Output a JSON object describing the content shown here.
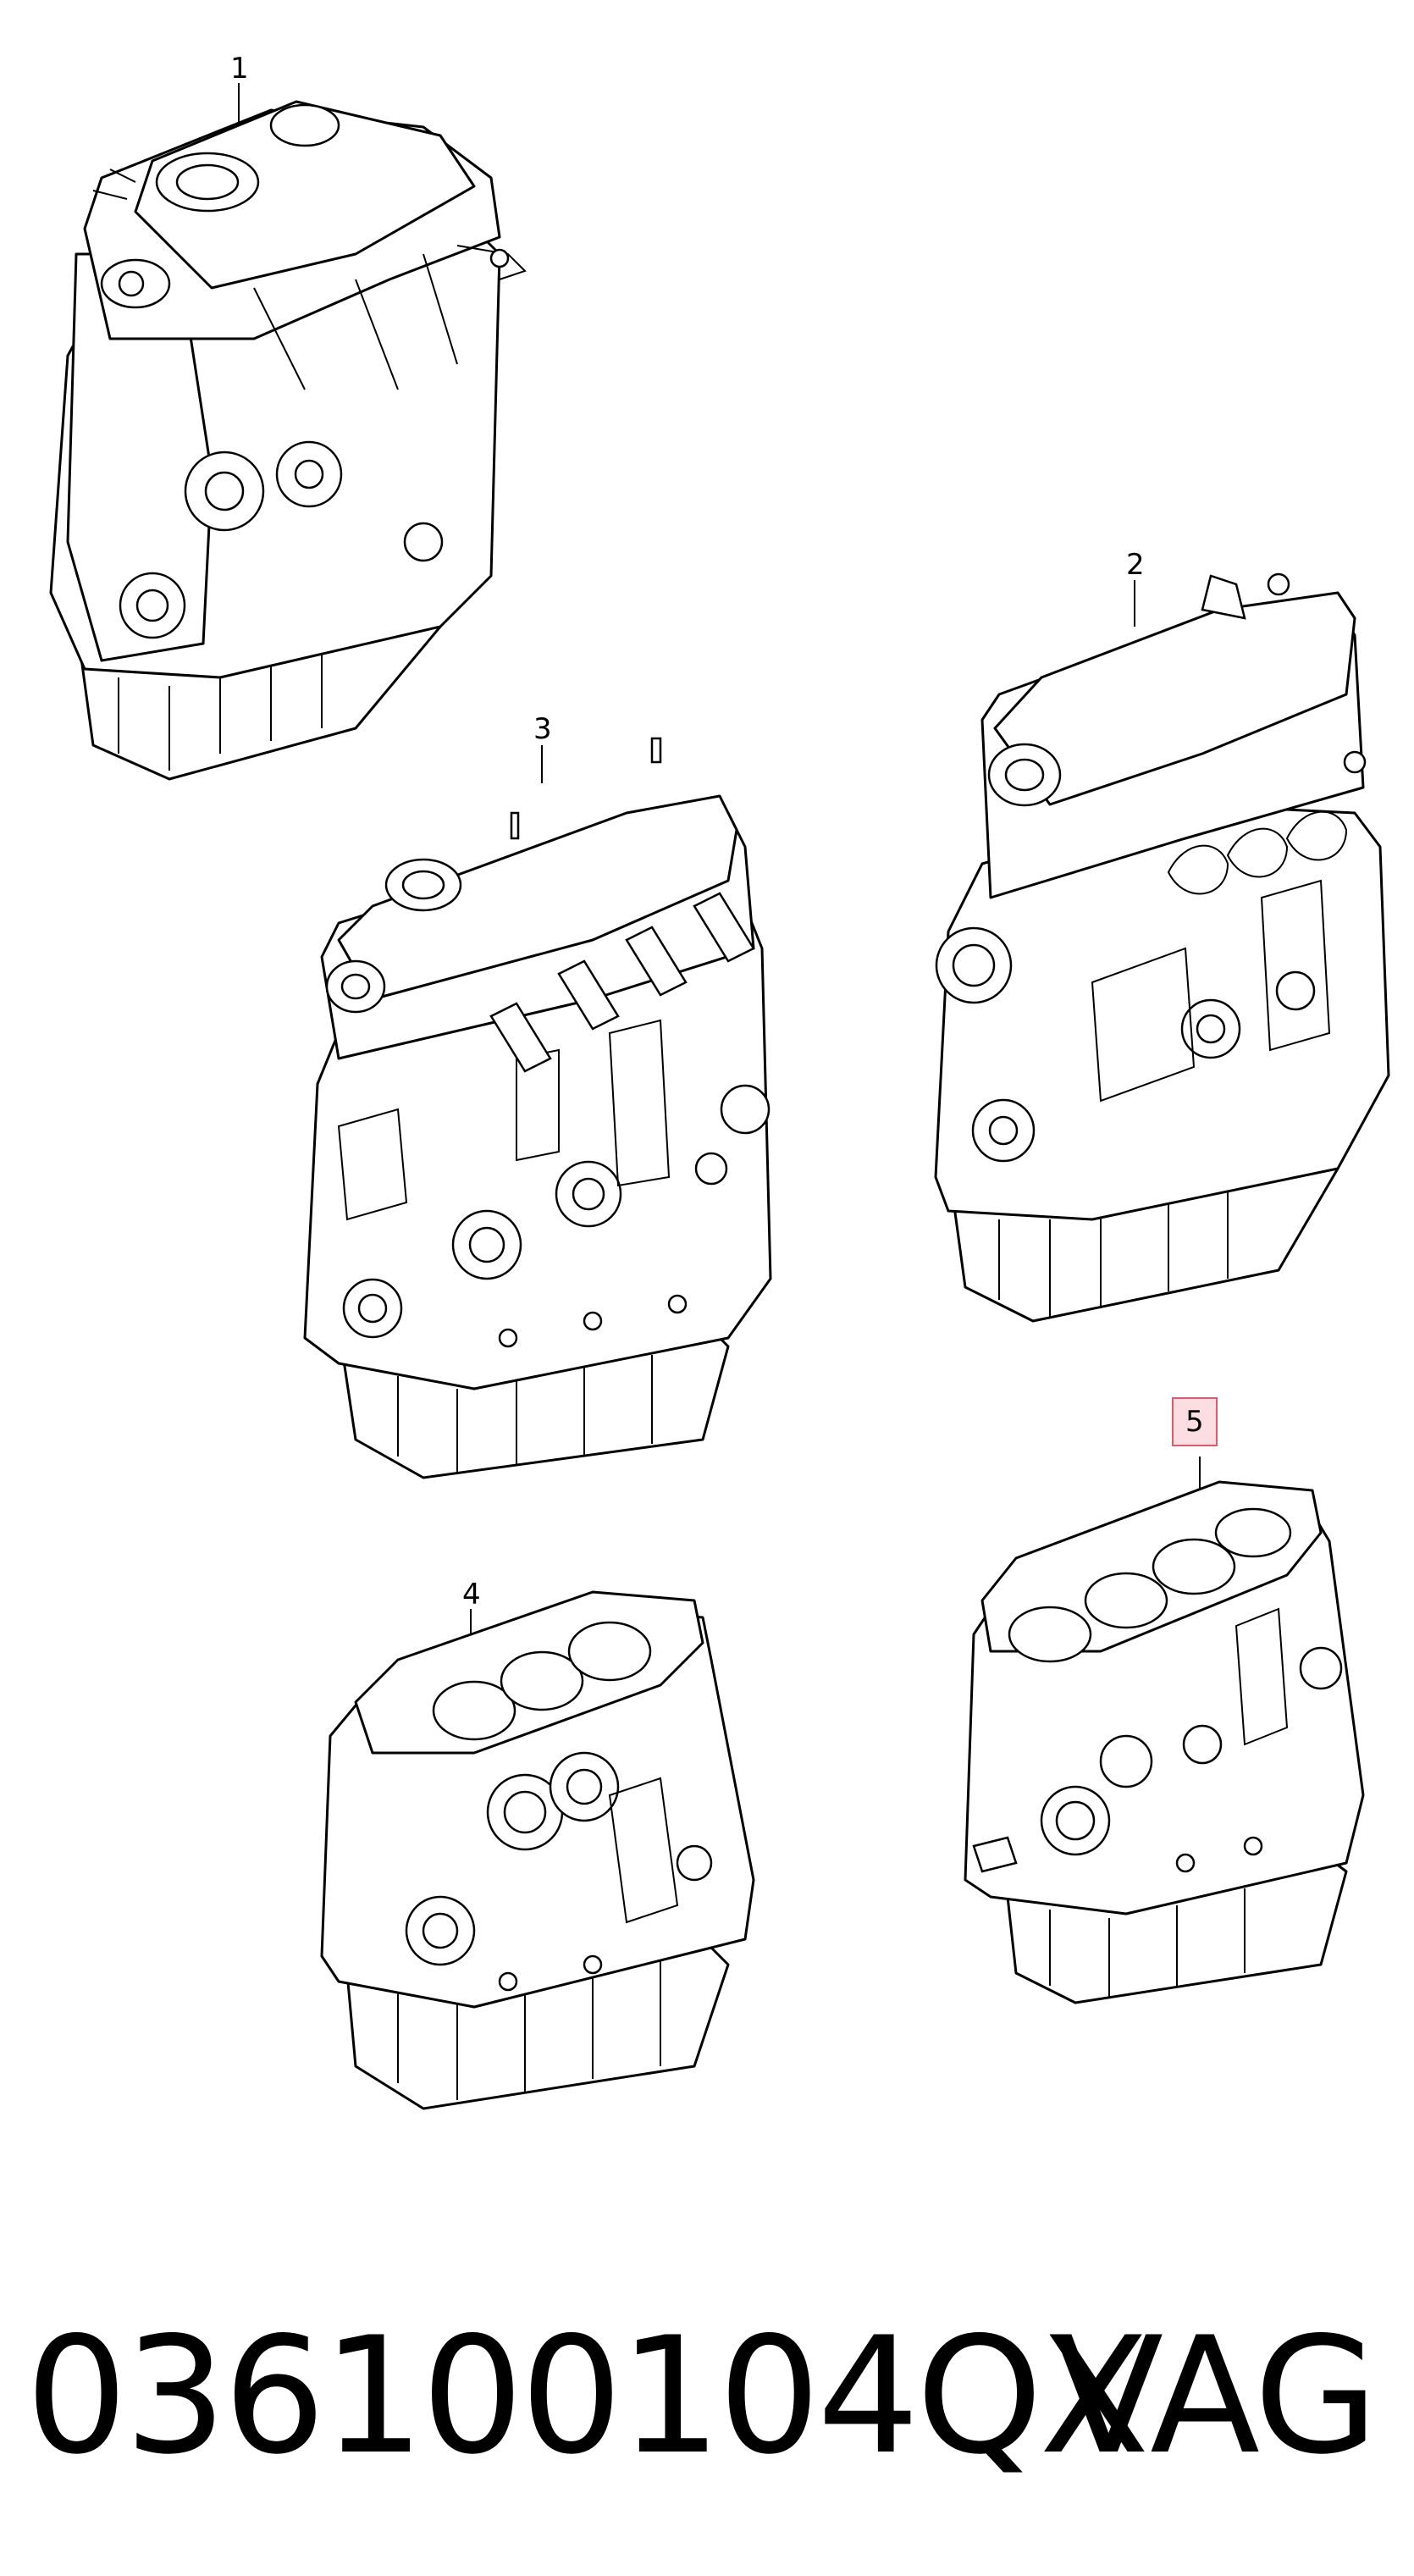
{
  "diagram": {
    "callouts": [
      {
        "id": "1",
        "label": "1"
      },
      {
        "id": "2",
        "label": "2"
      },
      {
        "id": "3",
        "label": "3"
      },
      {
        "id": "4",
        "label": "4"
      },
      {
        "id": "5",
        "label": "5",
        "highlighted": true
      }
    ],
    "illustrations": [
      {
        "callout": "1",
        "depicts": "complete engine with cylinder head"
      },
      {
        "callout": "2",
        "depicts": "complete engine with cylinder head"
      },
      {
        "callout": "3",
        "depicts": "complete engine with cylinder head and injectors"
      },
      {
        "callout": "4",
        "depicts": "short block"
      },
      {
        "callout": "5",
        "depicts": "short block"
      }
    ],
    "highlight_color": "#e05a6a"
  },
  "footer": {
    "part_number": "036100104QX",
    "brand": "VAG"
  }
}
